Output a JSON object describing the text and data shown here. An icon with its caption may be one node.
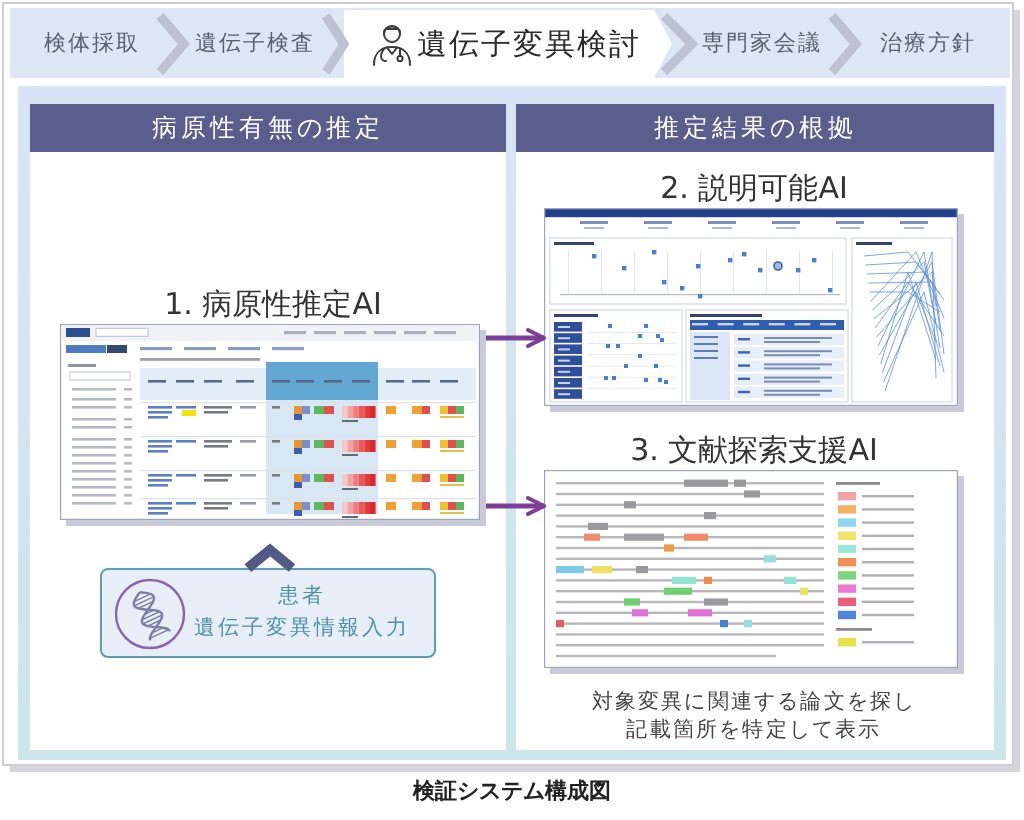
{
  "diagram": {
    "caption": "検証システム構成図",
    "nodes": [
      {
        "text": [
          "検体採取"
        ]
      },
      {
        "text": [
          "遺伝子検査"
        ]
      },
      {
        "text": [
          "遺伝子変異検討"
        ]
      },
      {
        "text": [
          "専門家会議"
        ]
      },
      {
        "text": [
          "治療方針"
        ]
      },
      {
        "text": [
          "病原性有無の推定"
        ]
      },
      {
        "text": [
          "1. 病原性推定AI"
        ],
        "in": 5
      },
      {
        "text": [
          "患者",
          "遺伝子変異情報入力"
        ],
        "in": 5
      },
      {
        "text": [
          "推定結果の根拠"
        ]
      },
      {
        "text": [
          "2. 説明可能AI"
        ],
        "in": 8
      },
      {
        "text": [
          "3. 文献探索支援AI"
        ],
        "in": 8,
        "beside": [
          "対象変異に関連する論文を探し記載箇所を特定して表示"
        ]
      }
    ],
    "edges": [
      {
        "from": 0,
        "to": 1,
        "arrow": "to"
      },
      {
        "from": 1,
        "to": 2,
        "arrow": "to"
      },
      {
        "from": 2,
        "to": 3,
        "arrow": "to"
      },
      {
        "from": 3,
        "to": 4,
        "arrow": "to"
      },
      {
        "from": 7,
        "to": 6,
        "arrow": "to",
        "color": "#545a86"
      },
      {
        "from": 6,
        "to": 9,
        "arrow": "to",
        "color": "#7b3f98"
      },
      {
        "from": 6,
        "to": 10,
        "arrow": "to",
        "color": "#7b3f98"
      }
    ]
  }
}
